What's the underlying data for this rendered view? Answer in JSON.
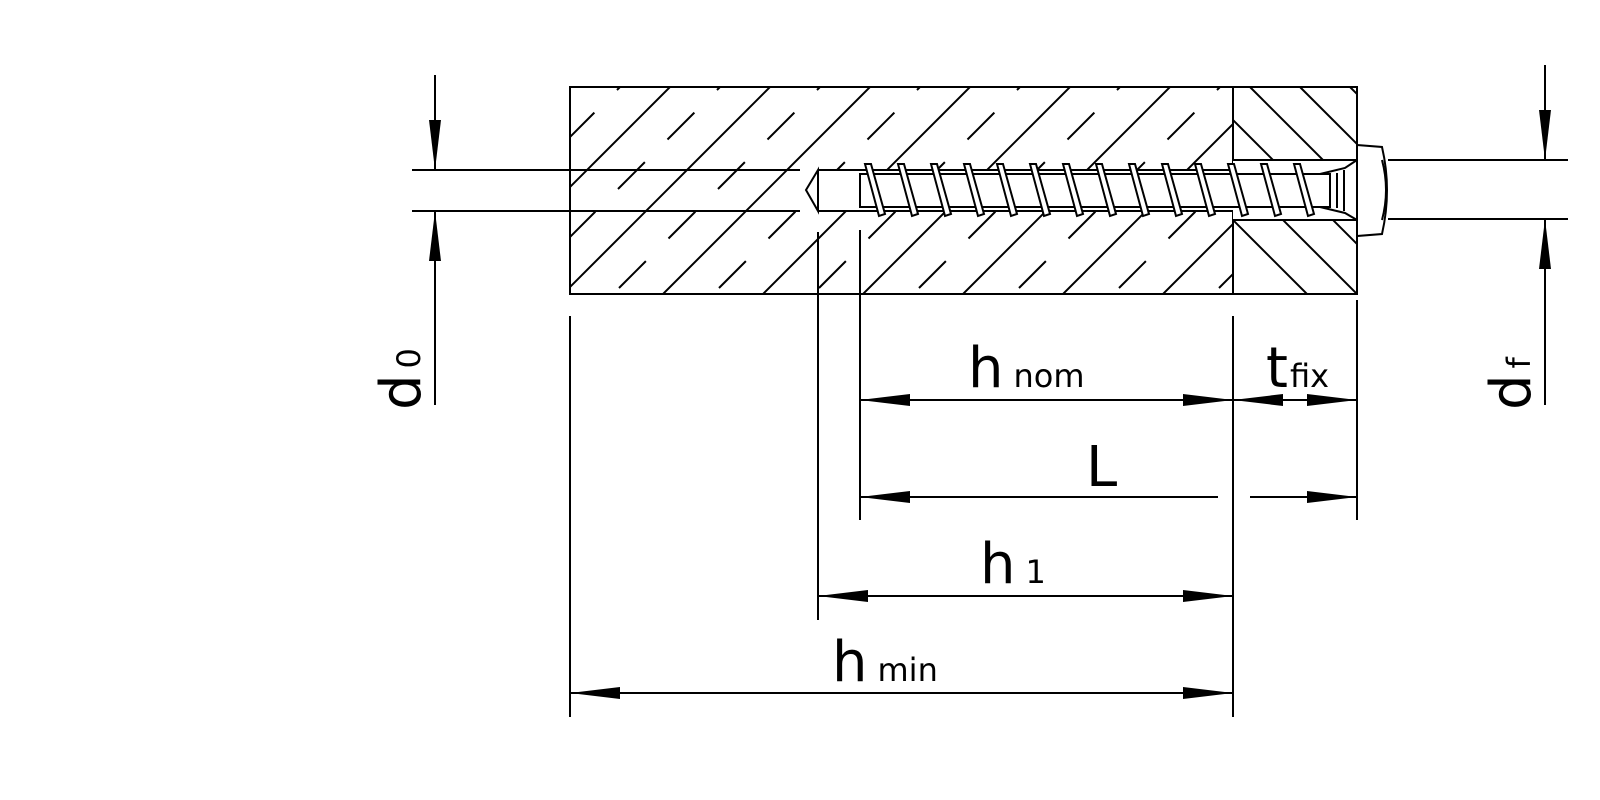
{
  "dimensions": {
    "d0": {
      "main": "d",
      "sub": "0"
    },
    "df": {
      "main": "d",
      "sub": "f"
    },
    "h_nom": {
      "main": "h",
      "sub": "nom"
    },
    "t_fix": {
      "main": "t",
      "sub": "fix"
    },
    "L": {
      "main": "L"
    },
    "h1": {
      "main": "h",
      "sub": "1"
    },
    "h_min": {
      "main": "h",
      "sub": "min"
    }
  },
  "colors": {
    "line": "#000000",
    "background": "#ffffff"
  }
}
